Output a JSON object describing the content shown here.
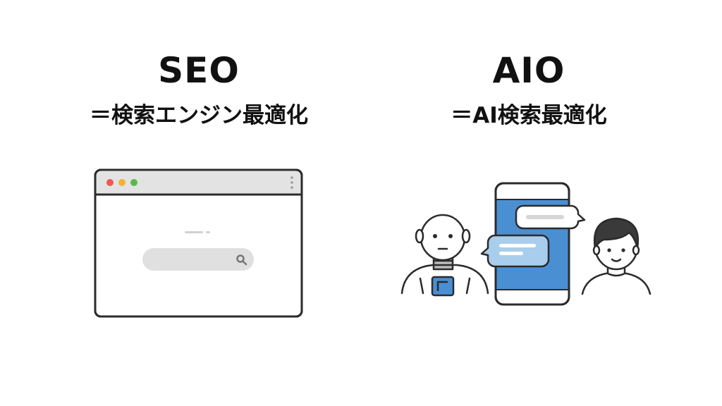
{
  "seo": {
    "title": "SEO",
    "subtitle": "＝検索エンジン最適化"
  },
  "aio": {
    "title": "AIO",
    "subtitle": "＝AI検索最適化"
  },
  "icons": [
    "browser-window-illustration",
    "search-icon",
    "robot-illustration",
    "smartphone-illustration",
    "chat-bubble-icon",
    "person-illustration"
  ],
  "colors": {
    "text": "#111111",
    "outline": "#2b2b2b",
    "phone_screen": "#4b8fd3",
    "bubble_fill": "#a9cdec",
    "search_bar": "#e0e0e0",
    "dot_red": "#ee5a52",
    "dot_yellow": "#f2b233",
    "dot_green": "#59b84e"
  }
}
